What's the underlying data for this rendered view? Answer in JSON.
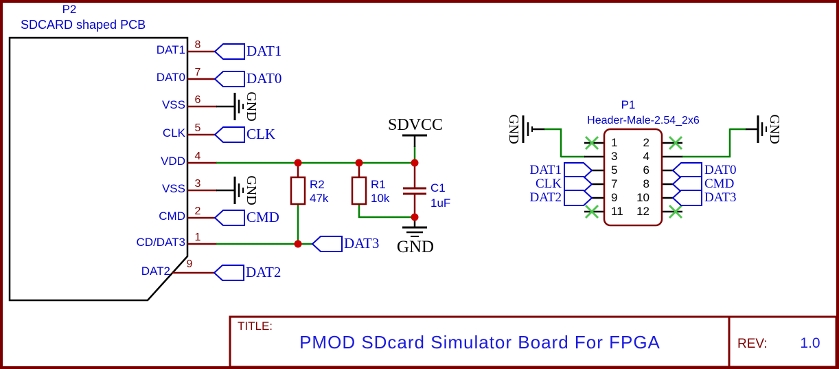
{
  "colors": {
    "maroon": "#800000",
    "component_blue": "#0000cc",
    "title_blue": "#1a1ae0",
    "wire_green": "#008000",
    "junction_red": "#cc0000",
    "no_connect_green": "#4fc44f",
    "outline_black": "#000000"
  },
  "schematic": {
    "nets": {
      "gnd": "GND",
      "sdvcc": "SDVCC"
    },
    "p2": {
      "ref": "P2",
      "desc": "SDCARD shaped PCB",
      "pins": [
        {
          "name": "DAT1",
          "number": "8",
          "net": "DAT1"
        },
        {
          "name": "DAT0",
          "number": "7",
          "net": "DAT0"
        },
        {
          "name": "VSS",
          "number": "6",
          "net": "GND"
        },
        {
          "name": "CLK",
          "number": "5",
          "net": "CLK"
        },
        {
          "name": "VDD",
          "number": "4",
          "net": ""
        },
        {
          "name": "VSS",
          "number": "3",
          "net": "GND"
        },
        {
          "name": "CMD",
          "number": "2",
          "net": "CMD"
        },
        {
          "name": "CD/DAT3",
          "number": "1",
          "net": "DAT3"
        },
        {
          "name": "DAT2",
          "number": "9",
          "net": "DAT2"
        }
      ]
    },
    "r2": {
      "ref": "R2",
      "value": "47k"
    },
    "r1": {
      "ref": "R1",
      "value": "10k"
    },
    "c1": {
      "ref": "C1",
      "value": "1uF"
    },
    "p1": {
      "ref": "P1",
      "desc": "Header-Male-2.54_2x6",
      "pin_numbers": [
        "1",
        "2",
        "3",
        "4",
        "5",
        "6",
        "7",
        "8",
        "9",
        "10",
        "11",
        "12"
      ],
      "left_nets": [
        "DAT1",
        "CLK",
        "DAT2"
      ],
      "right_nets": [
        "DAT0",
        "CMD",
        "DAT3"
      ]
    }
  },
  "title_block": {
    "label": "TITLE:",
    "title": "PMOD SDcard Simulator Board For FPGA",
    "rev_label": "REV:",
    "rev": "1.0"
  }
}
